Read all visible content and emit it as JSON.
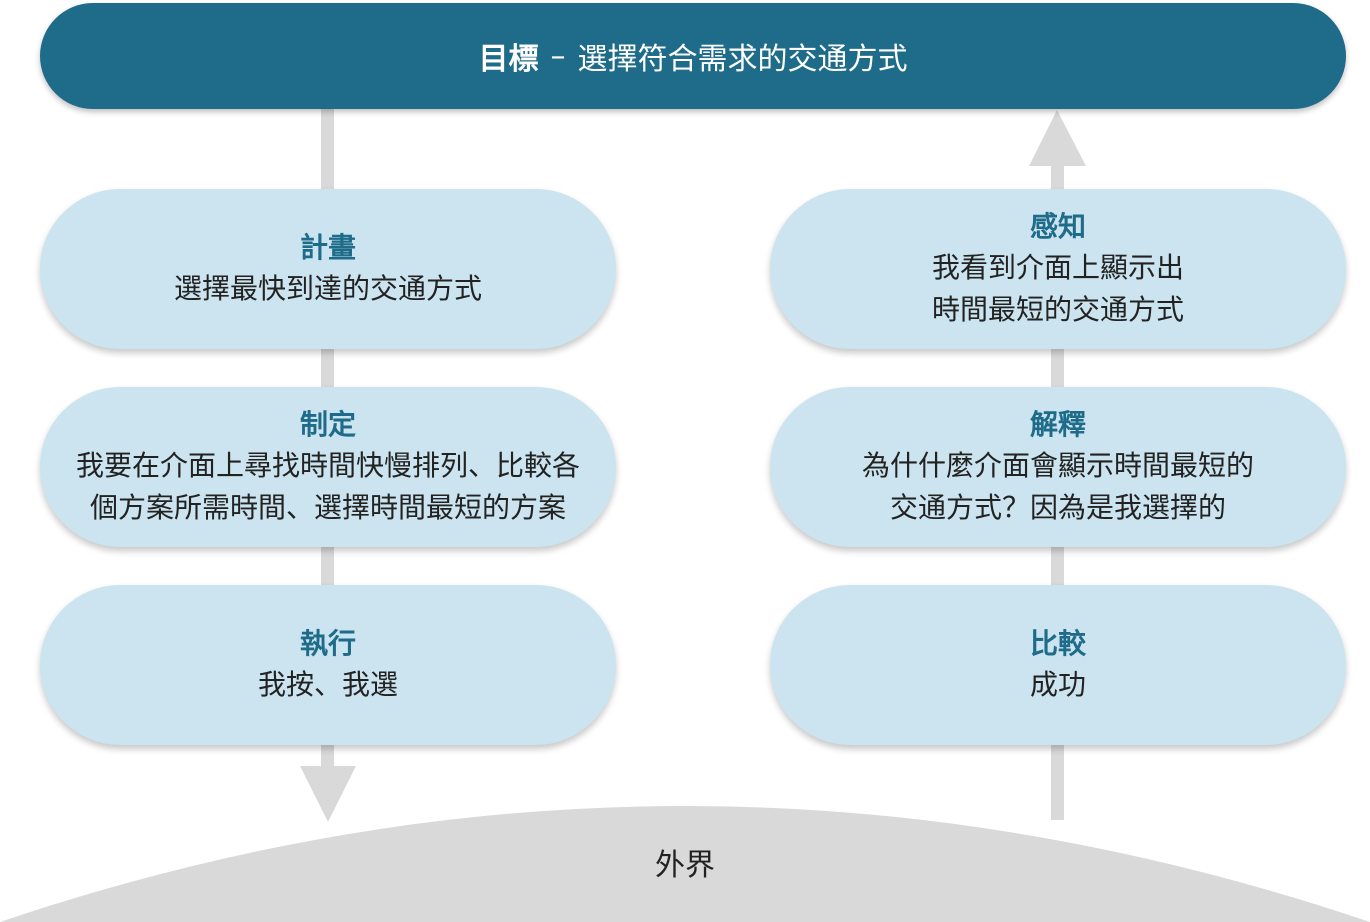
{
  "goal": {
    "label": "目標",
    "separator": "–",
    "text": "選擇符合需求的交通方式"
  },
  "left_column": [
    {
      "title": "計畫",
      "text": "選擇最快到達的交通方式"
    },
    {
      "title": "制定",
      "text": "我要在介面上尋找時間快慢排列、比較各\n個方案所需時間、選擇時間最短的方案"
    },
    {
      "title": "執行",
      "text": "我按、我選"
    }
  ],
  "right_column": [
    {
      "title": "感知",
      "text": "我看到介面上顯示出\n時間最短的交通方式"
    },
    {
      "title": "解釋",
      "text": "為什什麼介面會顯示時間最短的\n交通方式？因為是我選擇的"
    },
    {
      "title": "比較",
      "text": "成功"
    }
  ],
  "world": {
    "label": "外界"
  },
  "colors": {
    "goal_bar": "#1f6b8a",
    "pill_fill": "#cbe4ef",
    "title_text": "#1f6b8a",
    "arrow": "#d9d9d9",
    "world_fill": "#d9d9d9"
  }
}
